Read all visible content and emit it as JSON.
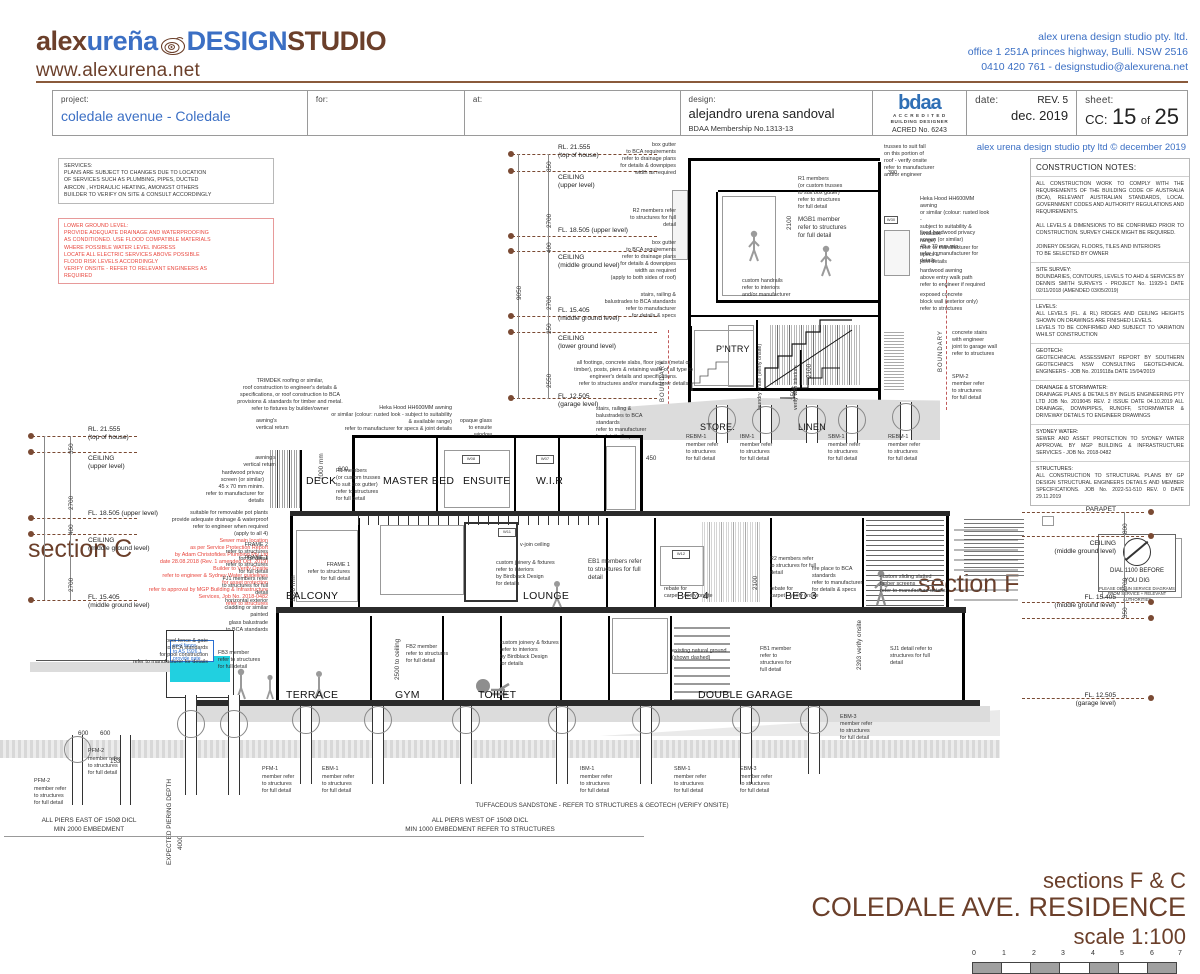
{
  "header": {
    "logo": {
      "part1": "alex",
      "part2": "ureña",
      "icon": "studio-mark-icon",
      "part3": "DESIGN",
      "part4": "STUDIO",
      "website": "www.alexurena.net"
    },
    "contact": {
      "line1": "alex urena design studio pty. ltd.",
      "line2": "office 1 251A princes highway, Bulli. NSW 2516",
      "line3": "0410 420 761  -  designstudio@alexurena.net"
    }
  },
  "titleblock": {
    "project_label": "project:",
    "project_value": "coledale avenue - Coledale",
    "for_label": "for:",
    "for_value": "",
    "at_label": "at:",
    "at_value": "",
    "design_label": "design:",
    "design_value": "alejandro urena sandoval",
    "design_member": "BDAA Membership No.1313-13",
    "bdaa_logo": "bdaa",
    "bdaa_sub1": "A C C R E D I T E D",
    "bdaa_sub2": "BUILDING DESIGNER",
    "bdaa_acred": "ACRED No. 6243",
    "date_label": "date:",
    "rev_label": "REV. 5",
    "date_value": "dec. 2019",
    "sheet_label": "sheet:",
    "sheet_cc": "CC:",
    "sheet_num": "15",
    "sheet_of": "of",
    "sheet_total": "25",
    "copyright": "alex urena design studio pty ltd © december 2019"
  },
  "services_note": {
    "title": "SERVICES:",
    "lines": [
      "PLANS ARE SUBJECT TO CHANGES DUE TO LOCATION",
      "OF SERVICES SUCH AS PLUMBING, PIPES, DUCTED",
      "AIRCON , HYDRAULIC HEATING, AMONGST OTHERS",
      "BUILDER TO VERIFY ON SITE & CONSULT ACCORDINGLY"
    ]
  },
  "lower_ground_note": {
    "lines": [
      "LOWER GROUND LEVEL:",
      "PROVIDE ADEQUATE DRAINAGE AND WATERPROOFING",
      "AS CONDITIONED. USE FLOOD COMPATIBLE MATERIALS",
      "WHERE POSSIBLE WATER LEVEL INGRESS",
      "LOCATE ALL ELECTRIC SERVICES ABOVE POSSIBLE",
      "FLOOD RISK LEVELS ACCORDINGLY",
      "VERIFY ONSITE - REFER TO RELEVANT ENGINEERS AS",
      "REQUIRED"
    ]
  },
  "construction_notes": {
    "title": "CONSTRUCTION NOTES:",
    "sections": [
      {
        "heading": "",
        "body": "ALL CONSTRUCTION WORK TO COMPLY  WITH THE REQUIREMENTS OF THE BUILDING CODE OF AUSTRALIA (BCA), RELEVANT AUSTRALIAN STANDARDS, LOCAL GOVERNMENT CODES AND AUTHORITY REGULATIONS AND REQUIREMENTS.\n\nALL LEVELS & DIMENSIONS TO BE CONFIRMED PRIOR TO CONSTRUCTION. SURVEY CHECK MIGHT BE REQUIRED.\n\nJOINERY DESIGN, FLOORS, TILES AND INTERIORS\nTO BE SELECTED BY OWNER"
      },
      {
        "heading": "SITE SURVEY:",
        "body": "BOUNDARIES, CONTOURS, LEVELS TO AHD & SERVICES BY DENNIS SMITH SURVEYS - PROJECT No. 11929-1 DATE 02/11/2018 (AMENDED 03/05/2019)"
      },
      {
        "heading": "LEVELS:",
        "body": "ALL LEVELS (FL. & RL) RIDGES AND CEILING HEIGHTS SHOWN ON DRAWINGS ARE FINISHED LEVELS.\nLEVELS TO BE CONFIRMED  AND SUBJECT TO VARIATION WHILST CONSTRUCTION"
      },
      {
        "heading": "GEOTECH:",
        "body": "GEOTECHNICAL ASSESSMENT REPORT BY SOUTHERN GEOTECHNICS NSW CONSULTING GEOTECHNICAL ENGINEERS - JOB No. 2019118a  DATE 15/04/2019"
      },
      {
        "heading": "DRAINAGE & STORMWATER:",
        "body": "DRAINAGE PLANS & DETAILS BY INGLIS ENGINEERING PTY LTD JOB No. 2019045 REV. 2 ISSUE DATE 04.10.2019 ALL DRAINAGE, DOWNPIPES, RUNOFF, STORMWATER & DRIVEWAY DETAILS TO ENGINEER DRAWINGS"
      },
      {
        "heading": "SYDNEY WATER:",
        "body": "SEWER AND ASSET PROTECTION TO SYDNEY WATER APPROVAL BY MGP BUILDING & INFRASTRUCTURE SERVICES - JOB No. 2018-0482"
      },
      {
        "heading": "STRUCTURES:",
        "body": "ALL CONSTRUCTION TO STRUCTURAL PLANS BY GP DESIGN STRUCTURAL ENGINEERS DETAILS AND MEMBER SPECIFICATIONS. JOB No. 2022-S1-510 REV. 0 DATE 29.11.2019"
      }
    ]
  },
  "dial_before_dig": {
    "line1": "DIAL 1100 BEFORE",
    "line2": "YOU DIG",
    "line3": "PLEASE OBTAIN SERVICE DIAGRAMS FROM SERVICE + RELEVANT AUTHORITIES"
  },
  "drawing": {
    "section_c_title": "section C",
    "section_f_title": "section F",
    "main_title_1": "sections F & C",
    "main_title_2": "COLEDALE AVE. RESIDENCE",
    "main_title_3": "scale 1:100",
    "scale_ticks": [
      "0",
      "1",
      "2",
      "3",
      "4",
      "5",
      "6",
      "7"
    ]
  },
  "levels_section_f": [
    {
      "label": "RL. 21.555",
      "sub": "(top of house)"
    },
    {
      "label": "CEILING",
      "sub": "(upper level)"
    },
    {
      "label": "FL. 18.505 (upper level)",
      "sub": ""
    },
    {
      "label": "CEILING",
      "sub": "(middle ground level)"
    },
    {
      "label": "FL. 15.405",
      "sub": "(middle ground level)"
    },
    {
      "label": "CEILING",
      "sub": "(lower ground level)"
    },
    {
      "label": "FL. 12.505",
      "sub": "(garage level)"
    }
  ],
  "dims_section_f": [
    "350",
    "2700",
    "400",
    "2700",
    "350",
    "2550",
    "9050"
  ],
  "levels_section_c": [
    {
      "label": "RL. 21.555",
      "sub": "(top of house)"
    },
    {
      "label": "CEILING",
      "sub": "(upper level)"
    },
    {
      "label": "FL. 18.505 (upper level)",
      "sub": ""
    },
    {
      "label": "CEILING",
      "sub": "(middle ground level)"
    },
    {
      "label": "FL. 15.405",
      "sub": "(middle ground level)"
    }
  ],
  "dims_section_c": [
    "350",
    "2700",
    "400",
    "2700"
  ],
  "levels_right_c": [
    {
      "label": "PARAPET",
      "sub": ""
    },
    {
      "label": "CEILING",
      "sub": "(middle ground level)"
    },
    {
      "label": "FL. 15.405",
      "sub": "(middle ground level)"
    },
    {
      "label": "FL. 12.505",
      "sub": "(garage level)"
    }
  ],
  "dims_right_c": [
    "800",
    "2700",
    "350"
  ],
  "rooms_section_f": [
    "P'NTRY",
    "STORE.",
    "LINEN"
  ],
  "rooms_section_c_upper": [
    "DECK",
    "MASTER BED",
    "ENSUITE",
    "W.I.R"
  ],
  "rooms_section_c_mid": [
    "BALCONY",
    "LOUNGE",
    "BED 4",
    "BED 3"
  ],
  "rooms_section_c_lower": [
    "TERRACE",
    "GYM",
    "TOILET",
    "DOUBLE GARAGE"
  ],
  "annotations": {
    "box_gutter_1": "box gutter\nto BCA requirements\nrefer to drainage plans\nfor details & downpipes\nwidth as required",
    "r2_members": "R2 members refer\nto structures for full\ndetail",
    "box_gutter_2": "box gutter\nto BCA requirements\nrefer to drainage plans\nfor details & downpipes\nwidth as required\n(apply to both sides of roof)",
    "stairs_railing": "stairs, railing &\nbalustrades to BCA standards\nrefer to manufacturer\nfor details & specs",
    "footings": "all footings, concrete slabs, floor joists (metal or\ntimber), posts, piers & retaining walls of all type to\nengineer's details and specifications.\nrefer to structures and/or manufacturer details",
    "stairs_railing_2": "stairs, railing &\nbalustrades to BCA\nstandards\nrefer to manufacturer\nfor details & specs",
    "r1_trusses": "R1 members\n(or custom trusses\nto suit box gutter)\nrefer to structures\nfor full detail",
    "mgb1": "MGB1 member\nrefer to structures\nfor full detail",
    "custom_handrails": "custom handrails\nrefer to interiors\nand/or manufacturer",
    "trusses_fall": "trusses to suit fall\non this portion of\nroof - verify onsite\nrefer to manufacturer\nand/or engineer",
    "heka_hood_f": "Heka Hood HH600MM awning\nor similar (colour: rusted look -\nsubject to suitability & available\nrange)\nrefer to manufacturer for specs &\njoint details",
    "hardwood_privacy_f": "fixed hardwood privacy\nscreen (or similar)\n45 x 70 mm min.\nrefer to manufacturer for\ndetails",
    "hardwood_awning": "hardwood awning\nabove entry walk path\nrefer to engineer if required",
    "exposed_concrete": "exposed concrete\nblock wall (exterior only)\nrefer to structures",
    "concrete_stairs": "concrete stairs\nwith engineer\njoint to garage wall\nrefer to structures",
    "spm2": "SPM-2\nmember refer\nto structures\nfor full detail",
    "laundry_chute": "laundry chute (verify onsite)",
    "verify_interiors": "verify with interiors",
    "trimdek": "TRIMDEK roofing or similar,\nroof construction to engineer's details &\nspecifications, or roof construction to BCA\nprovisions & standards for timber and metal.\nrefer to fixtures by builder/owner",
    "heka_hood_c": "Heka Hood HH600MM  awning\nor similar (colour: rusted look - subject to suitability\n& available range)\nrefer to manufacturer for specs & joint details",
    "awning_return": "awning's\nvertical return",
    "hardwood_privacy_c": "hardwood privacy\nscreen (or similar)\n45 x 70 mm minim.\nrefer to manufacturer for\ndetails",
    "pot_plants": "suitable for removable pot plants\nprovide adequate drainage & waterproof\nrefer to engineer when required\n(apply to all 4)",
    "frame2": "FRAME 2\nrefer to structures\nfor full detail",
    "frame1": "FRAME 1\nrefer to structures\nfor full detail",
    "fj1": "FJ1 members refer\nto structures for full\ndetail",
    "horizontal_cladding": "horizontal exterior\ncladding or similar\npainted",
    "glass_balustrade": "glass balustrade\nto BCA standards",
    "opaque_glass": "opaque glass\nto ensuite\nwindow",
    "r1_members_c": "R1 members\n(or custom trusses\nto suit box gutter)\nrefer to structures\nfor full detail",
    "vjoin_ceiling": "v-join ceiling",
    "eb1": "EB1 members refer\nto structures for full\ndetail",
    "custom_joinery": "custom joinery & fixtures\nrefer to interiors\nby Birdblack Design\nfor details",
    "fire_place": "fire place to BCA\nstandards\nrefer to manufacturer\nfor details & specs",
    "rebate_carpet": "rebate for\ncarpet - verify onsite",
    "r2_members_c": "R2 members refer\nto structures for full\ndetail",
    "custom_screens": "custom sliding slatted\ntimber screens\nrefer to manufacture details",
    "fb3": "FB3 member\nrefer to structures\nfor full detail",
    "fb2": "FB2 member\nrefer to structures\nfor full detail",
    "fb1": "FB1 member\nrefer to\nstructures for\nfull detail",
    "existing_ground": "existing natural ground\n(shown dashed)",
    "sj1": "SJ1 detail refer to\nstructures for full\ndetail",
    "ebm3": "EBM-3\nmember refer\nto structures\nfor full detail",
    "pool_fence": "pool fence & gate\nto BCA standards\nfor pool construction\nrefer to manufacturer for details",
    "pool_fence_box": "pool fence\nto AS 1926.1\nprovide gate",
    "sewer_main_red": "Sewer main location\nas per Service Protection Report\nby Adam Christofides Plumbing Pty Ltd\ndate 28.08.2018 (Rev. 1 amended Oct. 2019)\nBuilder to Verify Onsite\nrefer to engineer & Sydney Water guidelines\nfor asset protection\nrefer to approval by MGP Building & Infrastructure\nServices, Job No. 2018-0482\nrefer to structures",
    "piers_east": "ALL PIERS EAST OF 150Ø DICL\nMIN 2000 EMBEDMENT",
    "piers_west": "ALL PIERS WEST OF 150Ø DICL\nMIN 1000 EMBEDMENT REFER TO STRUCTURES",
    "sandstone": "TUFFACEOUS SANDSTONE - REFER TO STRUCTURES & GEOTECH  (VERIFY ONSITE)",
    "expected_piering": "EXPECTED PIERING DEPTH",
    "boundary": "BOUNDARY",
    "to_ceiling_2500": "2500 to ceiling",
    "to_ceiling_1000": "1000 mm",
    "verify_2393": "2393 verify onsite",
    "dim_150": "150±",
    "dim_2100": "2100",
    "dim_2700": "2700",
    "dim_600": "600",
    "dim_450": "450",
    "dim_300": "300",
    "dim_1530": "1530",
    "dim_4000": "4000",
    "dim_600a": "600",
    "dim_600b": "600"
  },
  "footing_callouts_f": [
    {
      "code": "REBM-1",
      "text": "member refer\nto structures\nfor full detail"
    },
    {
      "code": "IBM-1",
      "text": "member refer\nto structures\nfor full detail"
    },
    {
      "code": "SBM-1",
      "text": "member refer\nto structures\nfor full detail"
    },
    {
      "code": "REBM-1",
      "text": "member refer\nto structures\nfor full detail"
    }
  ],
  "footing_callouts_c": [
    {
      "code": "PFM-2",
      "text": "member refer\nto structures\nfor full detail"
    },
    {
      "code": "PFM-2",
      "text": "member refer\nto structures\nfor full detail"
    },
    {
      "code": "PFM-1",
      "text": "member refer\nto structures\nfor full detail"
    },
    {
      "code": "EBM-1",
      "text": "member refer\nto structures\nfor full detail"
    },
    {
      "code": "IBM-1",
      "text": "member refer\nto structures\nfor full detail"
    },
    {
      "code": "SBM-1",
      "text": "member refer\nto structures\nfor full detail"
    },
    {
      "code": "EBM-3",
      "text": "member refer\nto structures\nfor full detail"
    }
  ],
  "colors": {
    "brand_brown": "#6b3f2a",
    "brand_blue": "#3b6fc4",
    "alert_red": "#e8453c",
    "level_marker": "#7a4a33"
  }
}
